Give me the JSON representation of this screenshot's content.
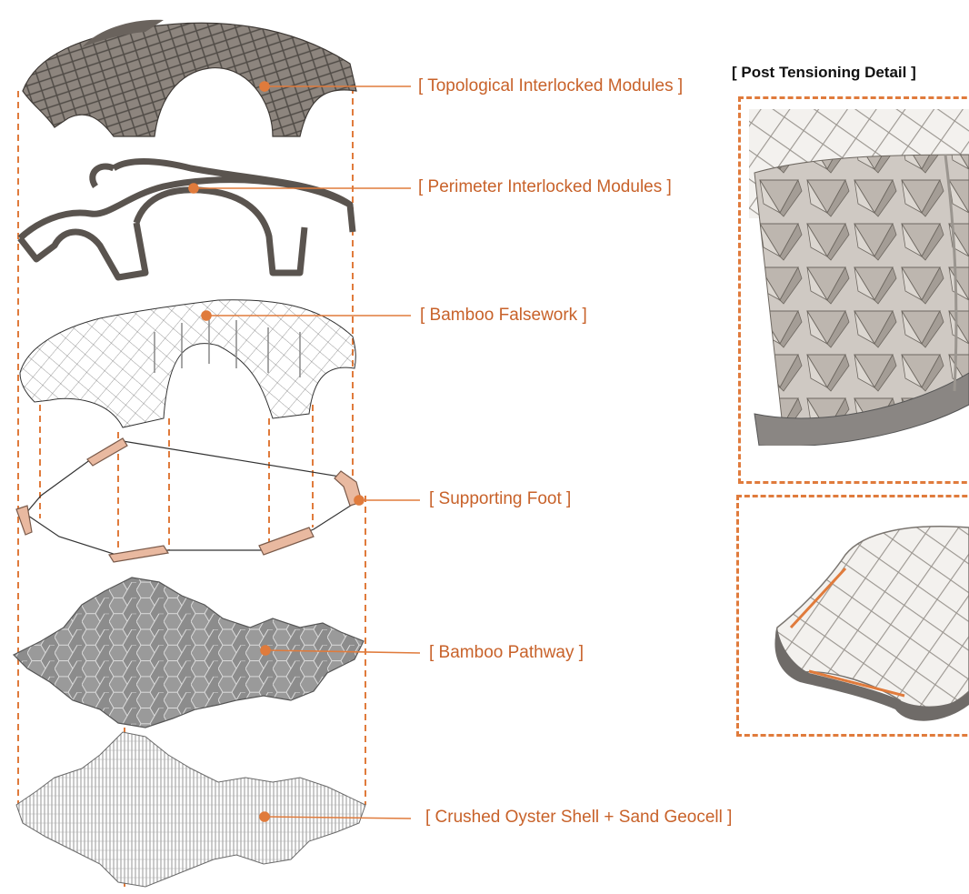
{
  "colors": {
    "accent": "#e07b3c",
    "label_text": "#c8622a",
    "module_fill": "#7a736d",
    "module_dark": "#5a544f",
    "pathway_fill": "#8a8a8a",
    "foot_fill": "#e9b9a0"
  },
  "layers": [
    {
      "label": "[ Topological Interlocked Modules ]"
    },
    {
      "label": "[ Perimeter Interlocked Modules ]"
    },
    {
      "label": "[ Bamboo Falsework ]"
    },
    {
      "label": "[ Supporting Foot ]"
    },
    {
      "label": "[ Bamboo Pathway ]"
    },
    {
      "label": "[ Crushed Oyster Shell + Sand Geocell ]"
    }
  ],
  "detail": {
    "title": "[ Post Tensioning Detail ]"
  }
}
